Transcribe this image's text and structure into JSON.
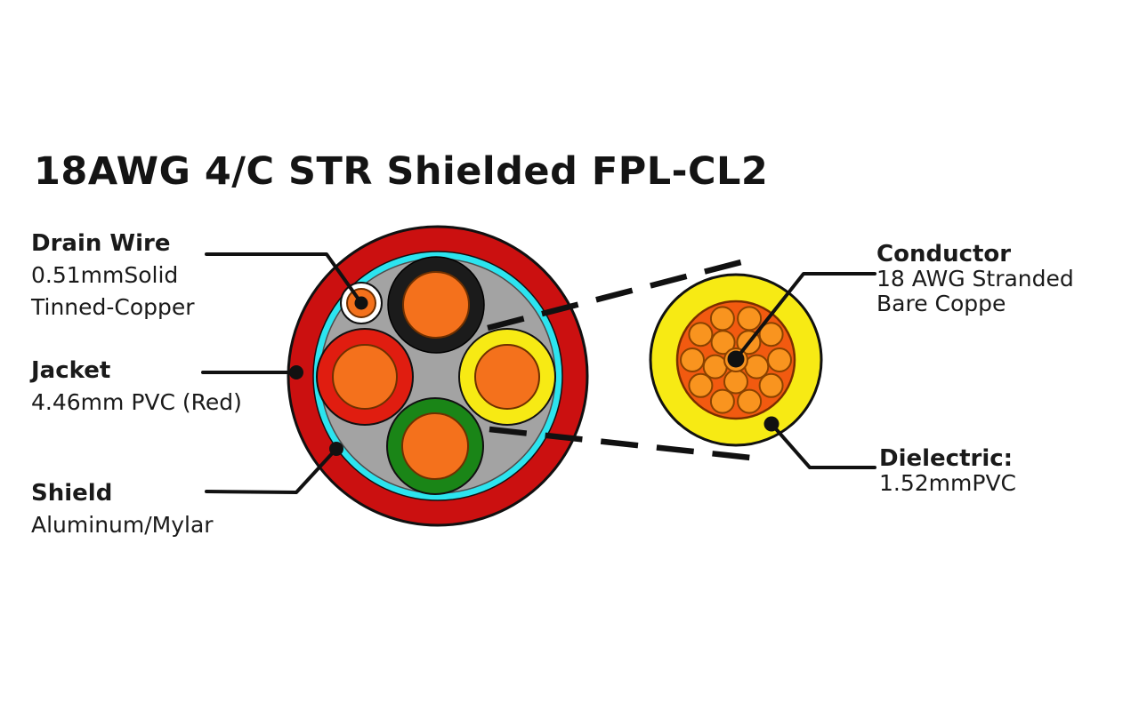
{
  "title": "18AWG 4/C STR Shielded FPL-CL2",
  "labels": {
    "drain_wire": {
      "title": "Drain Wire",
      "line1": "0.51mmSolid",
      "line2": "Tinned-Copper"
    },
    "jacket": {
      "title": "Jacket",
      "line1": "4.46mm PVC (Red)"
    },
    "shield": {
      "title": "Shield",
      "line1": "Aluminum/Mylar"
    },
    "conductor": {
      "title": "Conductor",
      "line1": "18 AWG Stranded",
      "line2": "Bare Coppe"
    },
    "dielectric": {
      "title": "Dielectric:",
      "line1": "1.52mmPVC"
    }
  },
  "colors": {
    "jacket_red": "#cb1010",
    "shield_cyan": "#2ce4ef",
    "filler_gray": "#a3a3a3",
    "insulation_black": "#1b1b1b",
    "insulation_red": "#e01d10",
    "insulation_yellow": "#f7ea14",
    "insulation_green": "#1a8517",
    "conductor_orange": "#f4711c",
    "drain_white": "#ffffff",
    "dielectric_yellow": "#f7ea14",
    "bundle_orange": "#f25a10",
    "strand_orange": "#f9941f",
    "line_black": "#111111"
  }
}
